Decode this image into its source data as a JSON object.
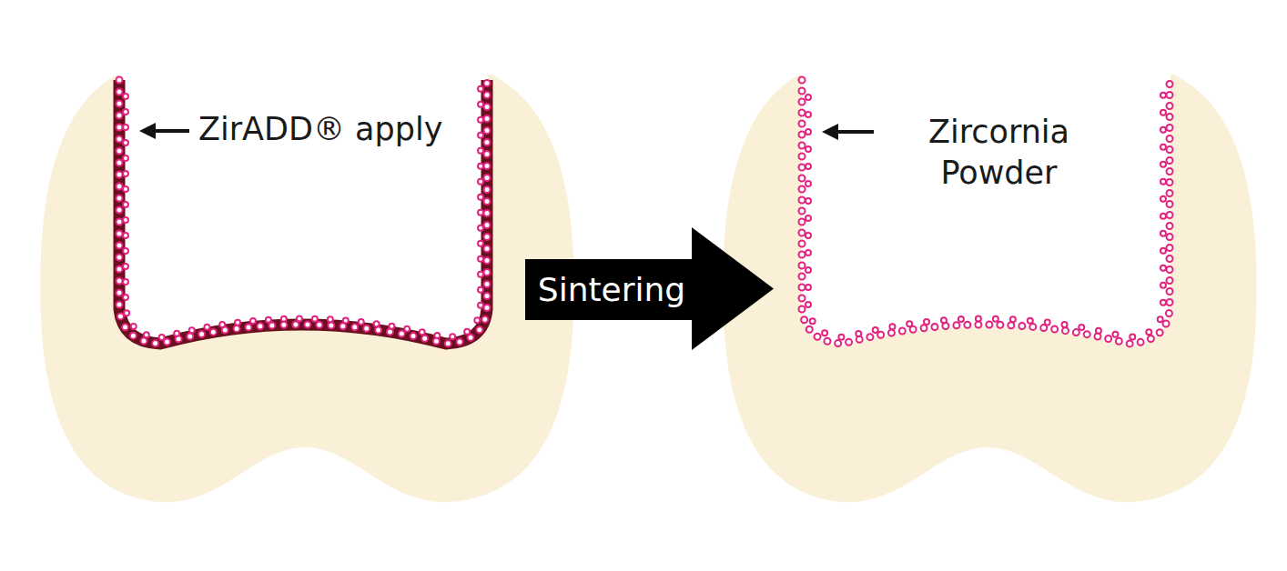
{
  "diagram": {
    "nodes": [
      {
        "text": [
          "Sintering"
        ]
      }
    ],
    "labels": [
      "ZirADD® apply",
      "Zircornia Powder"
    ]
  }
}
